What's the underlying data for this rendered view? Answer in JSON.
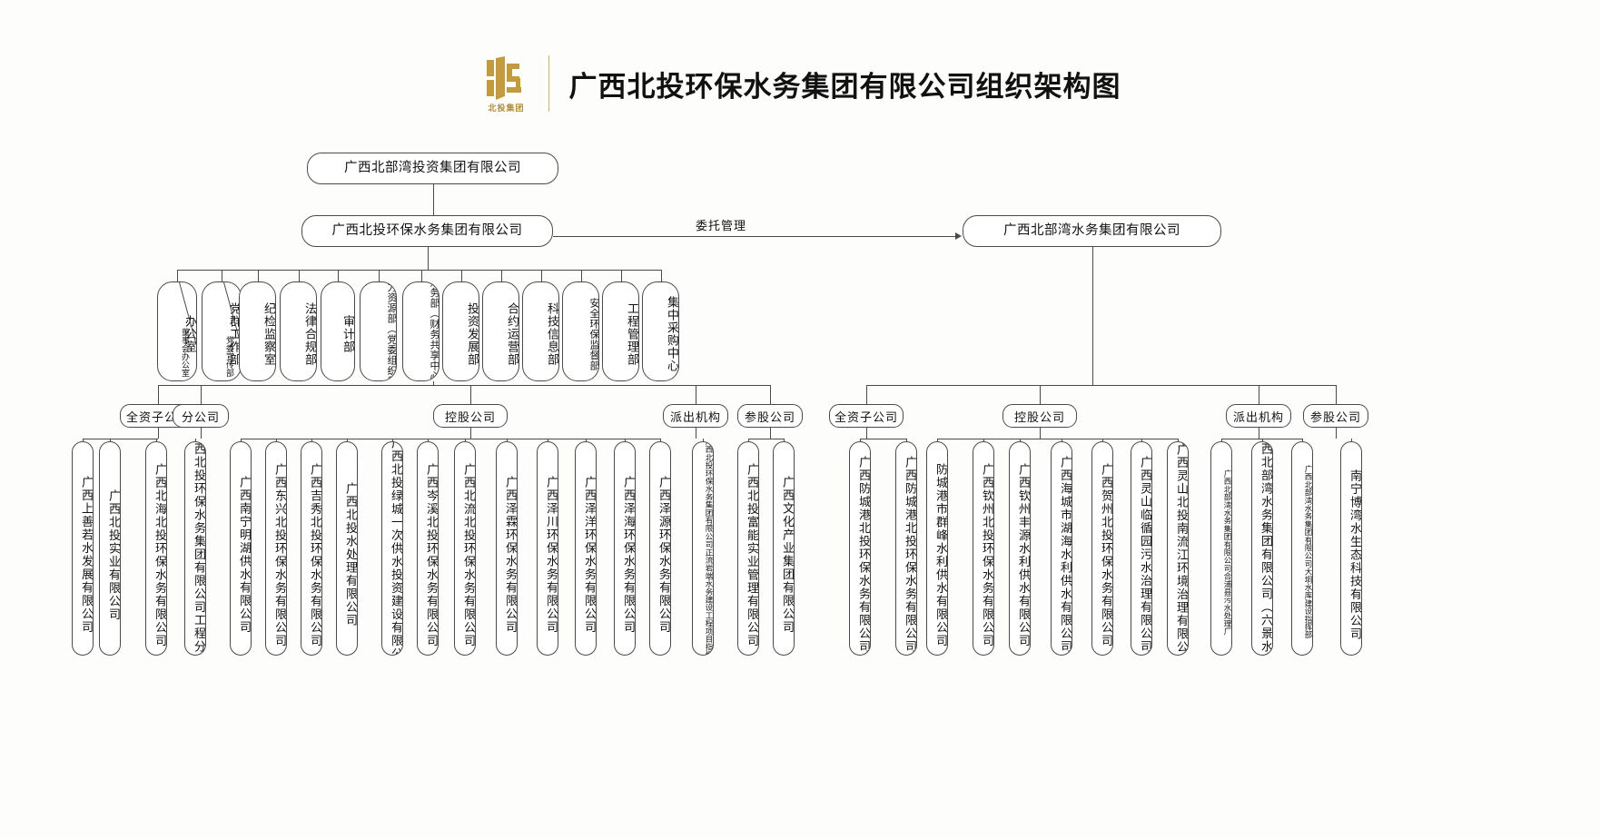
{
  "header": {
    "title": "广西北投环保水务集团有限公司组织架构图",
    "logo_caption": "北投集团",
    "logo_color": "#c39b3e"
  },
  "nodes": {
    "root": "广西北部湾投资集团有限公司",
    "company": "广西北投环保水务集团有限公司",
    "entrusted": "广西北部湾水务集团有限公司",
    "entrust_label": "委托管理"
  },
  "departments": [
    {
      "main": "办公室",
      "sub": "董事会办公室",
      "split": true
    },
    {
      "main": "党群工作部",
      "sub": "党委宣传部",
      "split": true
    },
    {
      "main": "纪检监察室",
      "sub": "",
      "split": false
    },
    {
      "main": "法律合规部",
      "sub": "",
      "split": false
    },
    {
      "main": "审计部",
      "sub": "",
      "split": false
    },
    {
      "main": "人力资源部（党委组织部）",
      "sub": "",
      "split": false
    },
    {
      "main": "财务部（财务共享中心）",
      "sub": "",
      "split": false
    },
    {
      "main": "投资发展部",
      "sub": "",
      "split": false
    },
    {
      "main": "合约运营部",
      "sub": "",
      "split": false
    },
    {
      "main": "科技信息部",
      "sub": "",
      "split": false
    },
    {
      "main": "安全环保监督部",
      "sub": "",
      "split": false
    },
    {
      "main": "工程管理部",
      "sub": "",
      "split": false
    },
    {
      "main": "集中采购中心",
      "sub": "",
      "split": false
    }
  ],
  "left_groups": [
    {
      "label": "全资子公司",
      "children": [
        "广西上善若水发展有限公司",
        "广西北投实业有限公司",
        "广西北海北投环保水务有限公司"
      ]
    },
    {
      "label": "分公司",
      "children": [
        "广西北投环保水务集团有限公司工程分公司"
      ]
    },
    {
      "label": "控股公司",
      "children": [
        "广西南宁明湖供水有限公司",
        "广西东兴北投环保水务有限公司",
        "广西吉秀北投环保水务有限公司",
        "广西北投水处理有限公司",
        "广西北投绿城一次供水投资建设有限公司",
        "广西岑溪北投环保水务有限公司",
        "广西北流北投环保水务有限公司",
        "广西泽霖环保水务有限公司",
        "广西泽川环保水务有限公司",
        "广西泽洋环保水务有限公司",
        "广西泽海环保水务有限公司",
        "广西泽源环保水务有限公司"
      ]
    },
    {
      "label": "派出机构",
      "children": [
        "广西北投环保水务集团有限公司正流岩端水务建设工程项目指挥部"
      ]
    },
    {
      "label": "参股公司",
      "children": [
        "广西北投富能实业管理有限公司",
        "广西文化产业集团有限公司"
      ]
    }
  ],
  "right_groups": [
    {
      "label": "全资子公司",
      "children": [
        "广西防城港北投环保水务有限公司",
        "广西防城港北投环保水务有限公司"
      ]
    },
    {
      "label": "控股公司",
      "children": [
        "防城港市群峰水利供水有限公司",
        "广西钦州北投环保水务有限公司",
        "广西钦州丰源水利供水有限公司",
        "广西海城市湖海水利供水有限公司",
        "广西贺州北投环保水务有限公司",
        "广西灵山临循园污水治理有限公司",
        "广西灵山北投南流江环境治理有限公司"
      ]
    },
    {
      "label": "派出机构",
      "children": [
        "广西北部湾水务集团有限公司合浦县污水处理厂",
        "广西北部湾水务集团有限公司（六景水厂）",
        "广西北部湾水务集团有限公司大垌水库建设指挥部"
      ]
    },
    {
      "label": "参股公司",
      "children": [
        "南宁博湾水生态科技有限公司"
      ]
    }
  ]
}
